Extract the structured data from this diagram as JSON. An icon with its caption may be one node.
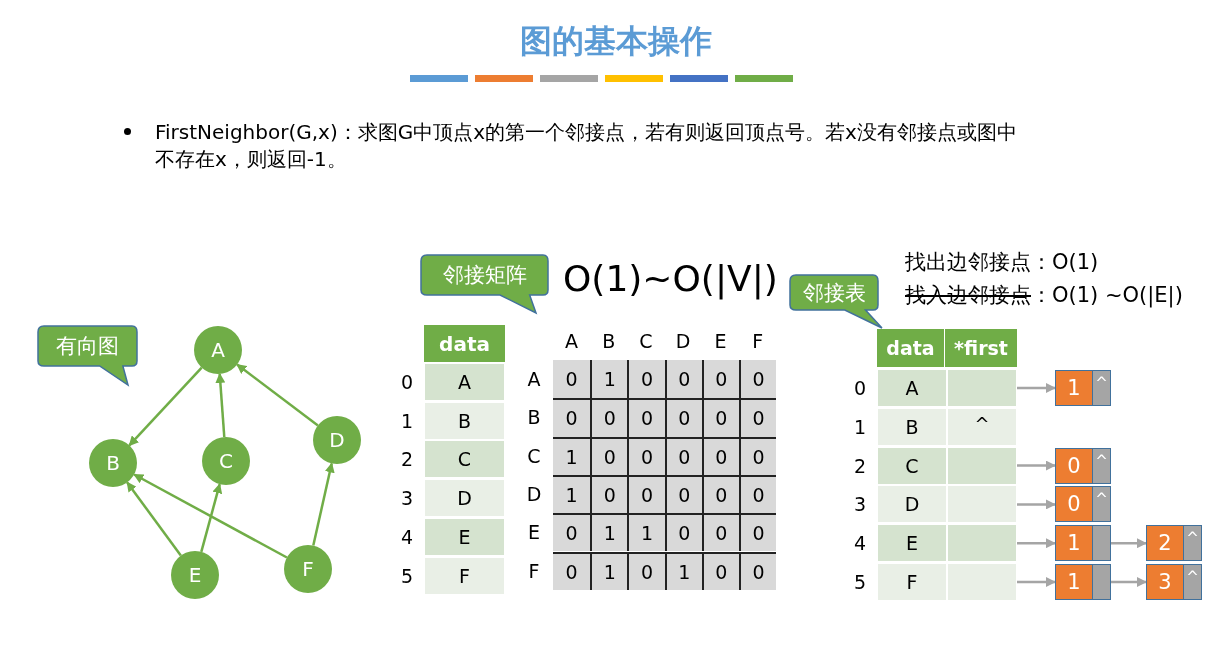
{
  "diagram": {
    "title": "图的基本操作",
    "nodes": [
      {
        "text": [
          "有向图"
        ]
      },
      {
        "text": [
          "A"
        ]
      },
      {
        "text": [
          "B"
        ]
      },
      {
        "text": [
          "C"
        ]
      },
      {
        "text": [
          "D"
        ]
      },
      {
        "text": [
          "E"
        ]
      },
      {
        "text": [
          "F"
        ]
      },
      {
        "text": [
          "邻接矩阵"
        ]
      },
      {
        "text": [
          "邻接表"
        ]
      },
      {
        "text": [],
        "shape": "box"
      },
      {
        "text": [
          "^"
        ]
      },
      {
        "text": [],
        "shape": "box"
      },
      {
        "text": [],
        "shape": "box"
      },
      {
        "text": [],
        "shape": "box"
      },
      {
        "text": [],
        "shape": "box"
      },
      {
        "text": [
          "1",
          "^"
        ]
      },
      {
        "text": [
          "0",
          "^"
        ]
      },
      {
        "text": [
          "0",
          "^"
        ]
      },
      {
        "text": [
          "1"
        ]
      },
      {
        "text": [
          "2",
          "^"
        ]
      },
      {
        "text": [
          "1"
        ]
      },
      {
        "text": [
          "3",
          "^"
        ]
      }
    ],
    "edges": [
      {
        "from": 1,
        "to": 2,
        "arrow": "to",
        "color": "#70ad47"
      },
      {
        "from": 3,
        "to": 1,
        "arrow": "to",
        "color": "#70ad47"
      },
      {
        "from": 4,
        "to": 1,
        "arrow": "to",
        "color": "#70ad47"
      },
      {
        "from": 5,
        "to": 2,
        "arrow": "to",
        "color": "#70ad47"
      },
      {
        "from": 5,
        "to": 3,
        "arrow": "to",
        "color": "#70ad47"
      },
      {
        "from": 6,
        "to": 2,
        "arrow": "to",
        "color": "#70ad47"
      },
      {
        "from": 6,
        "to": 4,
        "arrow": "to",
        "color": "#70ad47"
      },
      {
        "from": 9,
        "to": 15,
        "arrow": "to",
        "color": "#a5a5a5"
      },
      {
        "from": 11,
        "to": 16,
        "arrow": "to",
        "color": "#a5a5a5"
      },
      {
        "from": 12,
        "to": 17,
        "arrow": "to",
        "color": "#a5a5a5"
      },
      {
        "from": 13,
        "to": 18,
        "arrow": "to",
        "color": "#a5a5a5"
      },
      {
        "from": 18,
        "to": 19,
        "arrow": "to",
        "color": "#a5a5a5"
      },
      {
        "from": 14,
        "to": 20,
        "arrow": "to",
        "color": "#a5a5a5"
      },
      {
        "from": 20,
        "to": 21,
        "arrow": "to",
        "color": "#a5a5a5"
      }
    ],
    "labels": [
      "FirstNeighbor(G,x)：求图G中顶点x的第一个邻接点，若有则返回顶点号。若x没有邻接点或图中不存在x，则返回-1。",
      "O(1)~O(|V|)",
      "找出边邻接点：O(1)",
      "找入边邻接点",
      "：O(1) ~O(|E|)",
      "data",
      "0",
      "A",
      "1",
      "B",
      "2",
      "C",
      "3",
      "D",
      "4",
      "E",
      "5",
      "F",
      "A",
      "B",
      "C",
      "D",
      "E",
      "F",
      "A",
      "0",
      "1",
      "0",
      "0",
      "0",
      "0",
      "B",
      "0",
      "0",
      "0",
      "0",
      "0",
      "0",
      "C",
      "1",
      "0",
      "0",
      "0",
      "0",
      "0",
      "D",
      "1",
      "0",
      "0",
      "0",
      "0",
      "0",
      "E",
      "0",
      "1",
      "1",
      "0",
      "0",
      "0",
      "F",
      "0",
      "1",
      "0",
      "1",
      "0",
      "0",
      "data",
      "*first",
      "0",
      "A",
      "1",
      "B",
      "2",
      "C",
      "3",
      "D",
      "4",
      "E",
      "5",
      "F"
    ]
  }
}
